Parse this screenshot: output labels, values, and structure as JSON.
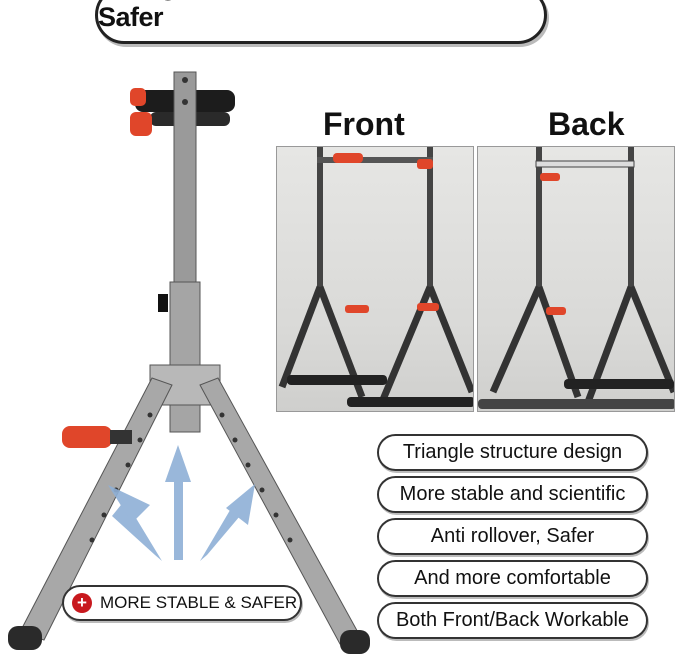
{
  "title": "Triangle Structure, More Stable & Safer",
  "front_label": "Front",
  "back_label": "Back",
  "features": [
    "Triangle structure design",
    "More stable and scientific",
    "Anti rollover, Safer",
    "And more comfortable",
    "Both Front/Back Workable"
  ],
  "badge": {
    "icon": "plus-circle-icon",
    "text": "MORE STABLE & SAFER",
    "color": "#c8191e"
  },
  "colors": {
    "frame": "#8c8c8c",
    "accent_grip": "#e0462a",
    "arrow": "#8fb0d6"
  }
}
